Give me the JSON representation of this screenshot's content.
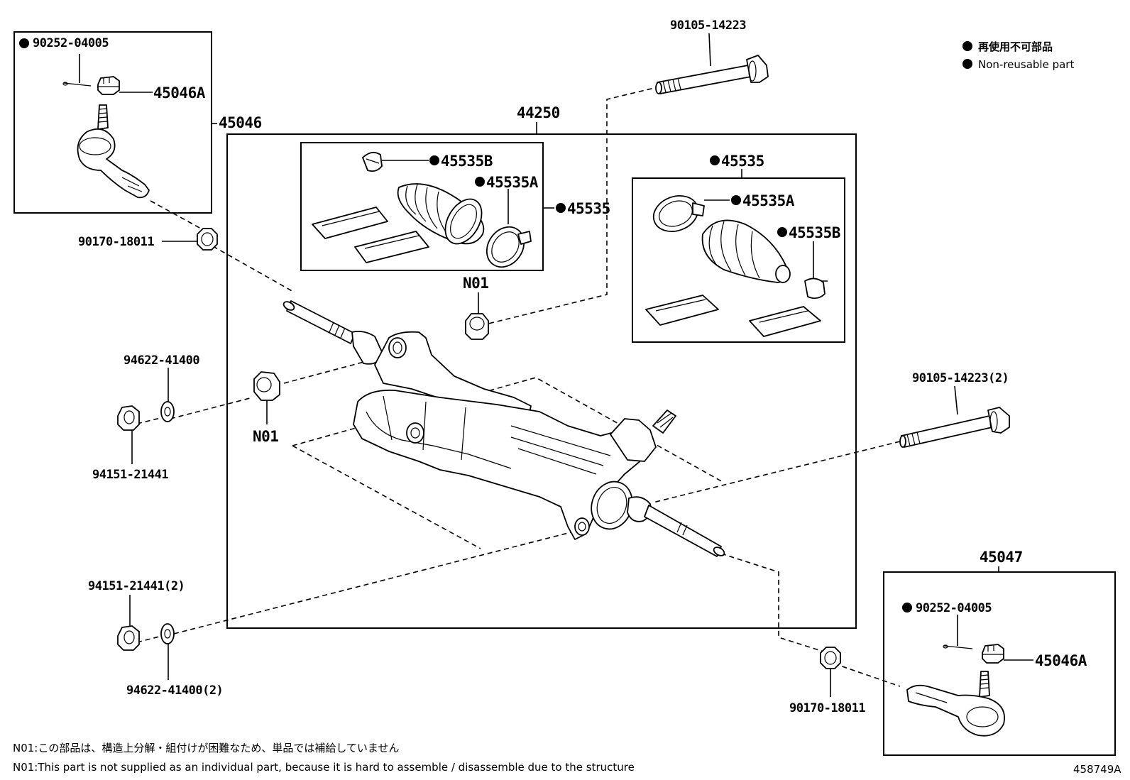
{
  "legend": {
    "ja": "再使用不可部品",
    "en": "Non-reusable part"
  },
  "labels": {
    "p_90252_04005_top": "90252-04005",
    "p_45046A_top": "45046A",
    "p_45046": "45046",
    "p_90170_18011_top": "90170-18011",
    "p_44250": "44250",
    "p_90105_14223": "90105-14223",
    "p_45535B_left": "45535B",
    "p_45535A_left": "45535A",
    "p_45535_left": "45535",
    "p_45535_right": "45535",
    "p_45535A_right": "45535A",
    "p_45535B_right": "45535B",
    "p_N01_top": "N01",
    "p_N01_left": "N01",
    "p_94622_41400": "94622-41400",
    "p_94151_21441": "94151-21441",
    "p_90105_14223_2": "90105-14223(2)",
    "p_94151_21441_2": "94151-21441(2)",
    "p_94622_41400_2": "94622-41400(2)",
    "p_45047": "45047",
    "p_90252_04005_bottom": "90252-04005",
    "p_45046A_bottom": "45046A",
    "p_90170_18011_bottom": "90170-18011"
  },
  "notes": {
    "ja": "N01:この部品は、構造上分解・組付けが困難なため、単品では補給していません",
    "en": "N01:This part is not supplied as an individual part, because it is hard to assemble / disassemble due to the structure"
  },
  "figure_id": "458749A"
}
